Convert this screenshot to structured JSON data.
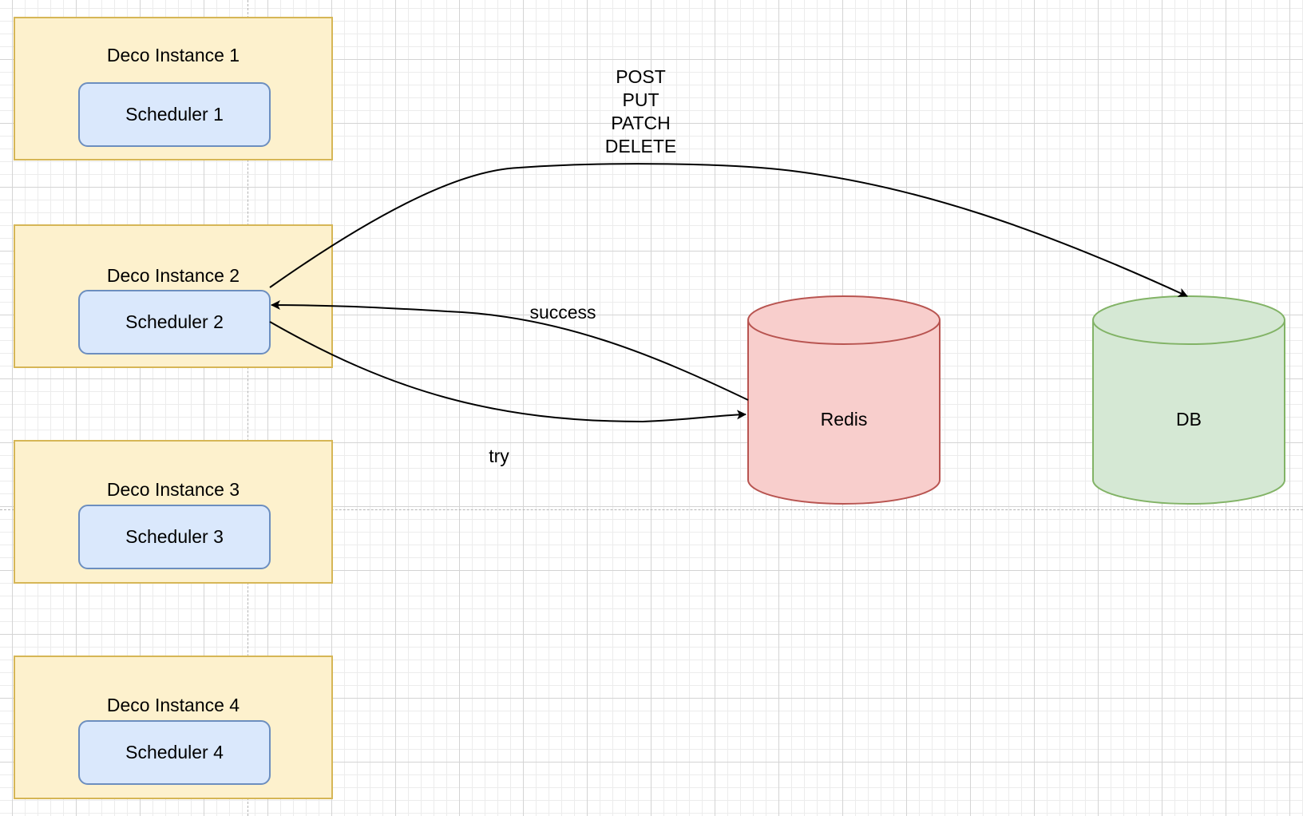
{
  "instances": [
    {
      "label": "Deco Instance 1",
      "scheduler": "Scheduler 1"
    },
    {
      "label": "Deco Instance 2",
      "scheduler": "Scheduler 2"
    },
    {
      "label": "Deco Instance 3",
      "scheduler": "Scheduler 3"
    },
    {
      "label": "Deco Instance 4",
      "scheduler": "Scheduler 4"
    }
  ],
  "redis": {
    "label": "Redis",
    "fill": "#f8cecc",
    "stroke": "#b85450"
  },
  "db": {
    "label": "DB",
    "fill": "#d5e8d4",
    "stroke": "#82b366"
  },
  "edges": {
    "write_methods": [
      "POST",
      "PUT",
      "PATCH",
      "DELETE"
    ],
    "success_label": "success",
    "try_label": "try"
  },
  "colors": {
    "instance_fill": "#fdf1cd",
    "instance_stroke": "#d6b656",
    "scheduler_fill": "#dae8fc",
    "scheduler_stroke": "#6c8ebf"
  }
}
